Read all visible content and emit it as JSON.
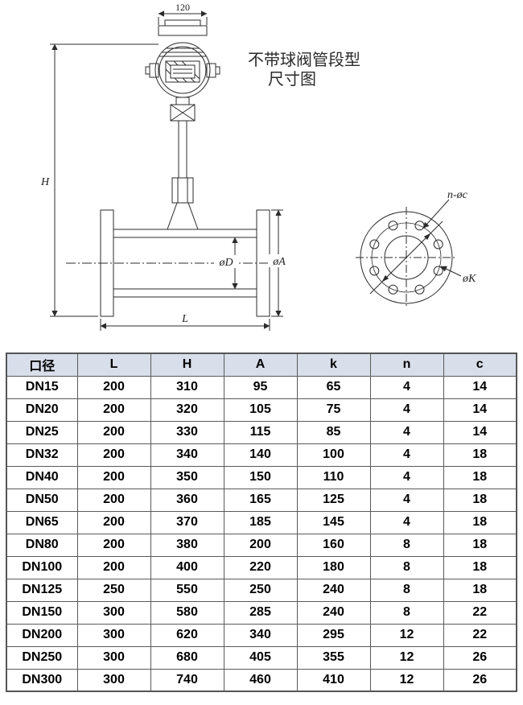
{
  "title": {
    "line1": "不带球阀管段型",
    "line2": "尺寸图"
  },
  "drawing": {
    "labels": {
      "top_width": "120",
      "height": "H",
      "bore": "øD",
      "flange": "øA",
      "length": "L",
      "bolt_holes": "n-øc",
      "bolt_circle": "øK"
    }
  },
  "table": {
    "headers": [
      "口径",
      "L",
      "H",
      "A",
      "k",
      "n",
      "c"
    ],
    "rows": [
      [
        "DN15",
        "200",
        "310",
        "95",
        "65",
        "4",
        "14"
      ],
      [
        "DN20",
        "200",
        "320",
        "105",
        "75",
        "4",
        "14"
      ],
      [
        "DN25",
        "200",
        "330",
        "115",
        "85",
        "4",
        "14"
      ],
      [
        "DN32",
        "200",
        "340",
        "140",
        "100",
        "4",
        "18"
      ],
      [
        "DN40",
        "200",
        "350",
        "150",
        "110",
        "4",
        "18"
      ],
      [
        "DN50",
        "200",
        "360",
        "165",
        "125",
        "4",
        "18"
      ],
      [
        "DN65",
        "200",
        "370",
        "185",
        "145",
        "4",
        "18"
      ],
      [
        "DN80",
        "200",
        "380",
        "200",
        "160",
        "8",
        "18"
      ],
      [
        "DN100",
        "200",
        "400",
        "220",
        "180",
        "8",
        "18"
      ],
      [
        "DN125",
        "250",
        "550",
        "250",
        "240",
        "8",
        "18"
      ],
      [
        "DN150",
        "300",
        "580",
        "285",
        "240",
        "8",
        "22"
      ],
      [
        "DN200",
        "300",
        "620",
        "340",
        "295",
        "12",
        "22"
      ],
      [
        "DN250",
        "300",
        "680",
        "405",
        "355",
        "12",
        "26"
      ],
      [
        "DN300",
        "300",
        "740",
        "460",
        "410",
        "12",
        "26"
      ]
    ]
  },
  "colors": {
    "line": "#2b2b2b",
    "header_bg": "#d8deea",
    "table_border": "#5a5a5a"
  }
}
